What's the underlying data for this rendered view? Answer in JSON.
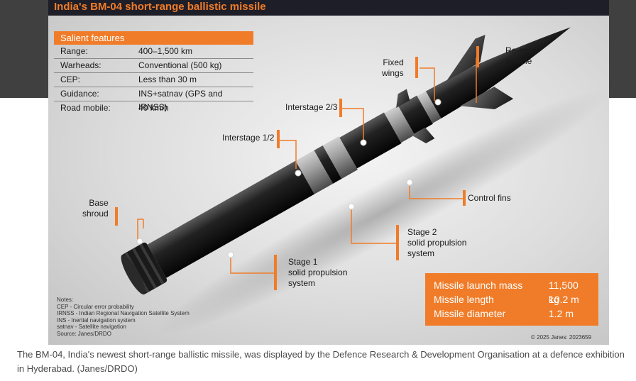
{
  "title": "India's BM-04 short-range ballistic missile",
  "features": {
    "header": "Salient features",
    "rows": [
      {
        "key": "Range:",
        "value": "400–1,500 km"
      },
      {
        "key": "Warheads:",
        "value": "Conventional (500 kg)"
      },
      {
        "key": "CEP:",
        "value": "Less than 30 m"
      },
      {
        "key": "Guidance:",
        "value": "INS+satnav (GPS and IRNSS)"
      },
      {
        "key": "Road mobile:",
        "value": "40 km/h"
      }
    ]
  },
  "labels": {
    "fixed_wings": [
      "Fixed",
      "wings"
    ],
    "reentry": [
      "Re-entry",
      "vehicle"
    ],
    "interstage_23": "Interstage 2/3",
    "interstage_12": "Interstage 1/2",
    "base_shroud": [
      "Base",
      "shroud"
    ],
    "control_fins": "Control fins",
    "stage2": [
      "Stage 2",
      "solid propulsion",
      "system"
    ],
    "stage1": [
      "Stage 1",
      "solid propulsion",
      "system"
    ]
  },
  "specs": [
    {
      "key": "Missile launch mass",
      "value": "11,500 kg"
    },
    {
      "key": "Missile length",
      "value": "10.2 m"
    },
    {
      "key": "Missile diameter",
      "value": "1.2 m"
    }
  ],
  "notes": [
    "Notes:",
    "CEP - Circular error probability",
    "IRNSS - Indian Regional Navigation Satellite System",
    "INS - Inertial navigation system",
    "satnav - Satellite navigation",
    "Source: Janes/DRDO"
  ],
  "copyright": "© 2025 Janes: 2023659",
  "caption": "The BM-04, India's newest short-range ballistic missile, was displayed by the Defence Research & Development Organisation at a defence exhibition in Hyderabad. (Janes/DRDO)",
  "colors": {
    "accent": "#f07c29",
    "title_bar": "#1e1e28",
    "missile_body": "#111111",
    "band": "#9a9a9a"
  }
}
